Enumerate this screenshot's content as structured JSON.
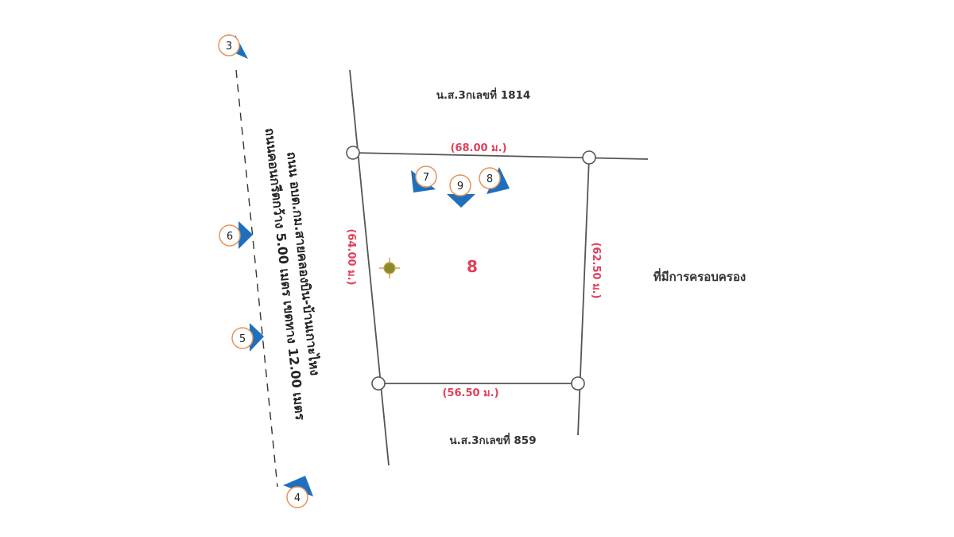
{
  "plot": {
    "number": "8"
  },
  "dimensions": {
    "top": "(68.00 ม.)",
    "left": "(64.00 ม.)",
    "right": "(62.50 ม.)",
    "bottom": "(56.50 ม.)"
  },
  "neighbors": {
    "north": "น.ส.3กเลขที่ 1814",
    "south": "น.ส.3กเลขที่ 859",
    "east": "ที่มีการครอบครอง"
  },
  "road": {
    "line1": "ถนน อบต.กม.สายคลองบิน-บ้านเกาะไหง",
    "line2": "ถนนคอนกรีตกว้าง 5.00 เมตร เขตทาง 12.00 เมตร"
  },
  "photo_markers": [
    {
      "label": "3",
      "direction": "south"
    },
    {
      "label": "6",
      "direction": "east"
    },
    {
      "label": "5",
      "direction": "east"
    },
    {
      "label": "4",
      "direction": "north"
    },
    {
      "label": "7",
      "direction": "south-west"
    },
    {
      "label": "9",
      "direction": "south"
    },
    {
      "label": "8",
      "direction": "south-east"
    }
  ],
  "colors": {
    "line": "#333333",
    "dimension_text": "#e0405a",
    "marker_arrow": "#1f6fbf",
    "marker_circle": "#e8935a",
    "center_mark": "#8a8a2a"
  }
}
